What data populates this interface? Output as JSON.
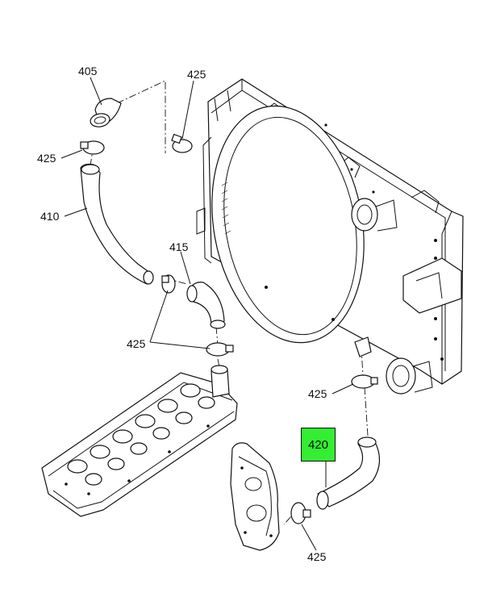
{
  "callouts": {
    "c405": "405",
    "c425_top": "425",
    "c425_left": "425",
    "c410": "410",
    "c415": "415",
    "c425_mid": "425",
    "c425_right": "425",
    "c420": "420",
    "c425_bottom": "425"
  },
  "colors": {
    "highlight": "#33ee33",
    "line": "#111111"
  },
  "highlighted_part": "420"
}
